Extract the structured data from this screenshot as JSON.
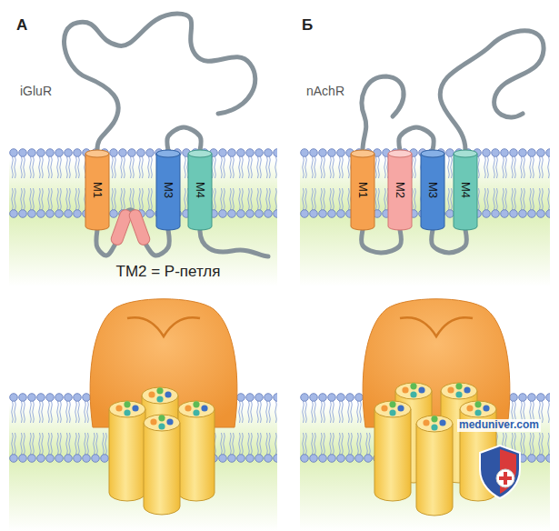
{
  "diagram": {
    "nodes": [
      {
        "text": [
          "M1"
        ]
      },
      {
        "text": [
          "M3"
        ]
      },
      {
        "text": [
          "M4"
        ]
      },
      {
        "text": [
          "M1"
        ]
      },
      {
        "text": [
          "M2"
        ]
      },
      {
        "text": [
          "M3"
        ]
      },
      {
        "text": [
          "M4"
        ]
      }
    ],
    "edges": [
      {
        "from": 0,
        "to": 1,
        "arrow": "none"
      },
      {
        "from": 1,
        "to": 2,
        "arrow": "none"
      },
      {
        "from": 3,
        "to": 4,
        "arrow": "none"
      },
      {
        "from": 4,
        "to": 5,
        "arrow": "none"
      },
      {
        "from": 5,
        "to": 6,
        "arrow": "none"
      }
    ],
    "labels": [
      "А",
      "Б",
      "iGluR",
      "nAchR",
      "ТМ2 = Р-петля",
      "meduniver.com"
    ]
  }
}
